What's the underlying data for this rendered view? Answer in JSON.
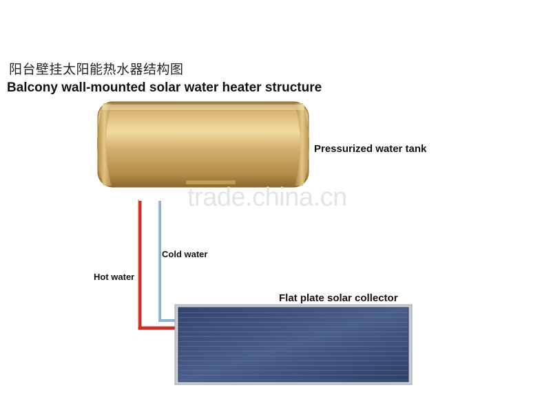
{
  "title_cn": "阳台壁挂太阳能热水器结构图",
  "title_en": "Balcony wall-mounted solar water heater structure",
  "labels": {
    "tank": "Pressurized water tank",
    "cold_water": "Cold water",
    "hot_water": "Hot water",
    "collector": "Flat plate solar collector"
  },
  "watermark": "trade.china.cn",
  "colors": {
    "tank_gold": "#c9a35a",
    "hot_pipe": "#c8302a",
    "cold_pipe": "#8fb0d8",
    "panel_blue": "#3a4d7a",
    "panel_frame": "#c8ccd4"
  }
}
